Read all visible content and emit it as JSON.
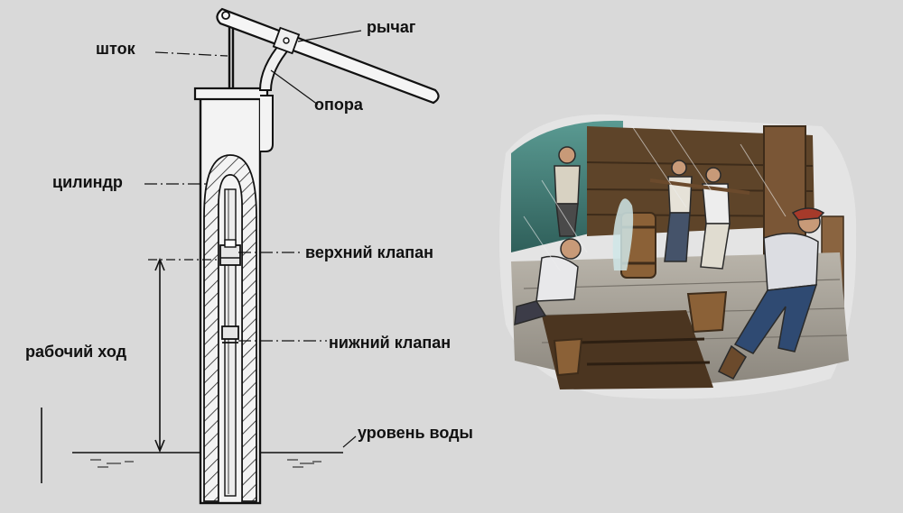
{
  "labels": {
    "rod": "шток",
    "lever": "рычаг",
    "support": "опора",
    "cylinder": "цилиндр",
    "upper_valve": "верхний клапан",
    "lower_valve": "нижний клапан",
    "stroke": "рабочий ход",
    "water_level": "уровень воды"
  },
  "colors": {
    "background": "#d9d9d9",
    "ink": "#111111",
    "sea": "#3f7d77",
    "wood": "#6b4a2c",
    "deck": "#a9a49a"
  }
}
